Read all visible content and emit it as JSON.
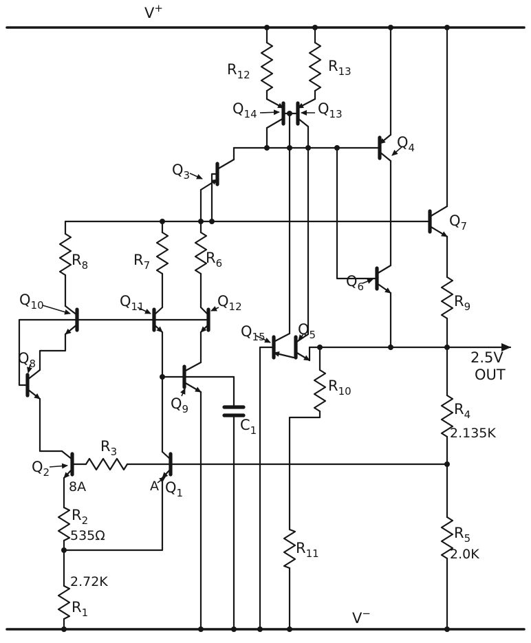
{
  "ink": "#161616",
  "paper": "#ffffff",
  "rails": {
    "positive": {
      "base": "V",
      "sup": "+"
    },
    "negative": {
      "base": "V",
      "sup": "−"
    }
  },
  "output": {
    "voltage": "2.5V",
    "label": "OUT"
  },
  "transistors": {
    "q1": {
      "base": "Q",
      "sub": "1"
    },
    "q2": {
      "base": "Q",
      "sub": "2"
    },
    "q3": {
      "base": "Q",
      "sub": "3"
    },
    "q4": {
      "base": "Q",
      "sub": "4"
    },
    "q5": {
      "base": "Q",
      "sub": "5"
    },
    "q6": {
      "base": "Q",
      "sub": "6"
    },
    "q7": {
      "base": "Q",
      "sub": "7"
    },
    "q8": {
      "base": "Q",
      "sub": "8"
    },
    "q9": {
      "base": "Q",
      "sub": "9"
    },
    "q10": {
      "base": "Q",
      "sub": "10"
    },
    "q11": {
      "base": "Q",
      "sub": "11"
    },
    "q12": {
      "base": "Q",
      "sub": "12"
    },
    "q13": {
      "base": "Q",
      "sub": "13"
    },
    "q14": {
      "base": "Q",
      "sub": "14"
    },
    "q15": {
      "base": "Q",
      "sub": "15"
    }
  },
  "resistors": {
    "r1": {
      "base": "R",
      "sub": "1",
      "value": "2.72K"
    },
    "r2": {
      "base": "R",
      "sub": "2",
      "value": "535Ω"
    },
    "r3": {
      "base": "R",
      "sub": "3"
    },
    "r4": {
      "base": "R",
      "sub": "4",
      "value": "2.135K"
    },
    "r5": {
      "base": "R",
      "sub": "5",
      "value": "2.0K"
    },
    "r6": {
      "base": "R",
      "sub": "6"
    },
    "r7": {
      "base": "R",
      "sub": "7"
    },
    "r8": {
      "base": "R",
      "sub": "8"
    },
    "r9": {
      "base": "R",
      "sub": "9"
    },
    "r10": {
      "base": "R",
      "sub": "10"
    },
    "r11": {
      "base": "R",
      "sub": "11"
    },
    "r12": {
      "base": "R",
      "sub": "12"
    },
    "r13": {
      "base": "R",
      "sub": "13"
    }
  },
  "capacitors": {
    "c1": {
      "base": "C",
      "sub": "1"
    }
  },
  "annotations": {
    "q2_emitter_area": "8A",
    "q1_emitter_area": "A"
  }
}
